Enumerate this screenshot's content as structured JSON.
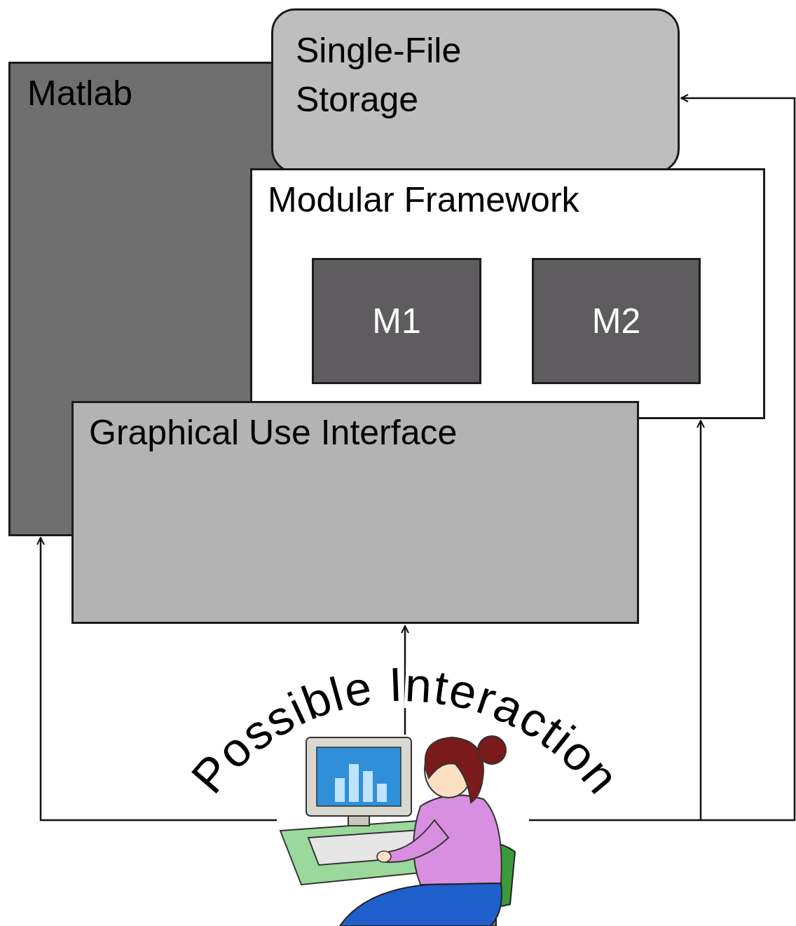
{
  "diagram": {
    "nodes": [
      {
        "text": [
          "Matlab"
        ]
      },
      {
        "text": [
          "Single-File Storage"
        ]
      },
      {
        "text": [
          "Modular Framework"
        ]
      },
      {
        "text": [
          "M1"
        ],
        "in": 2
      },
      {
        "text": [
          "M2"
        ],
        "in": 2
      },
      {
        "text": [
          "Graphical Use Interface"
        ]
      }
    ],
    "labels": [
      "Possible Interaction"
    ]
  }
}
